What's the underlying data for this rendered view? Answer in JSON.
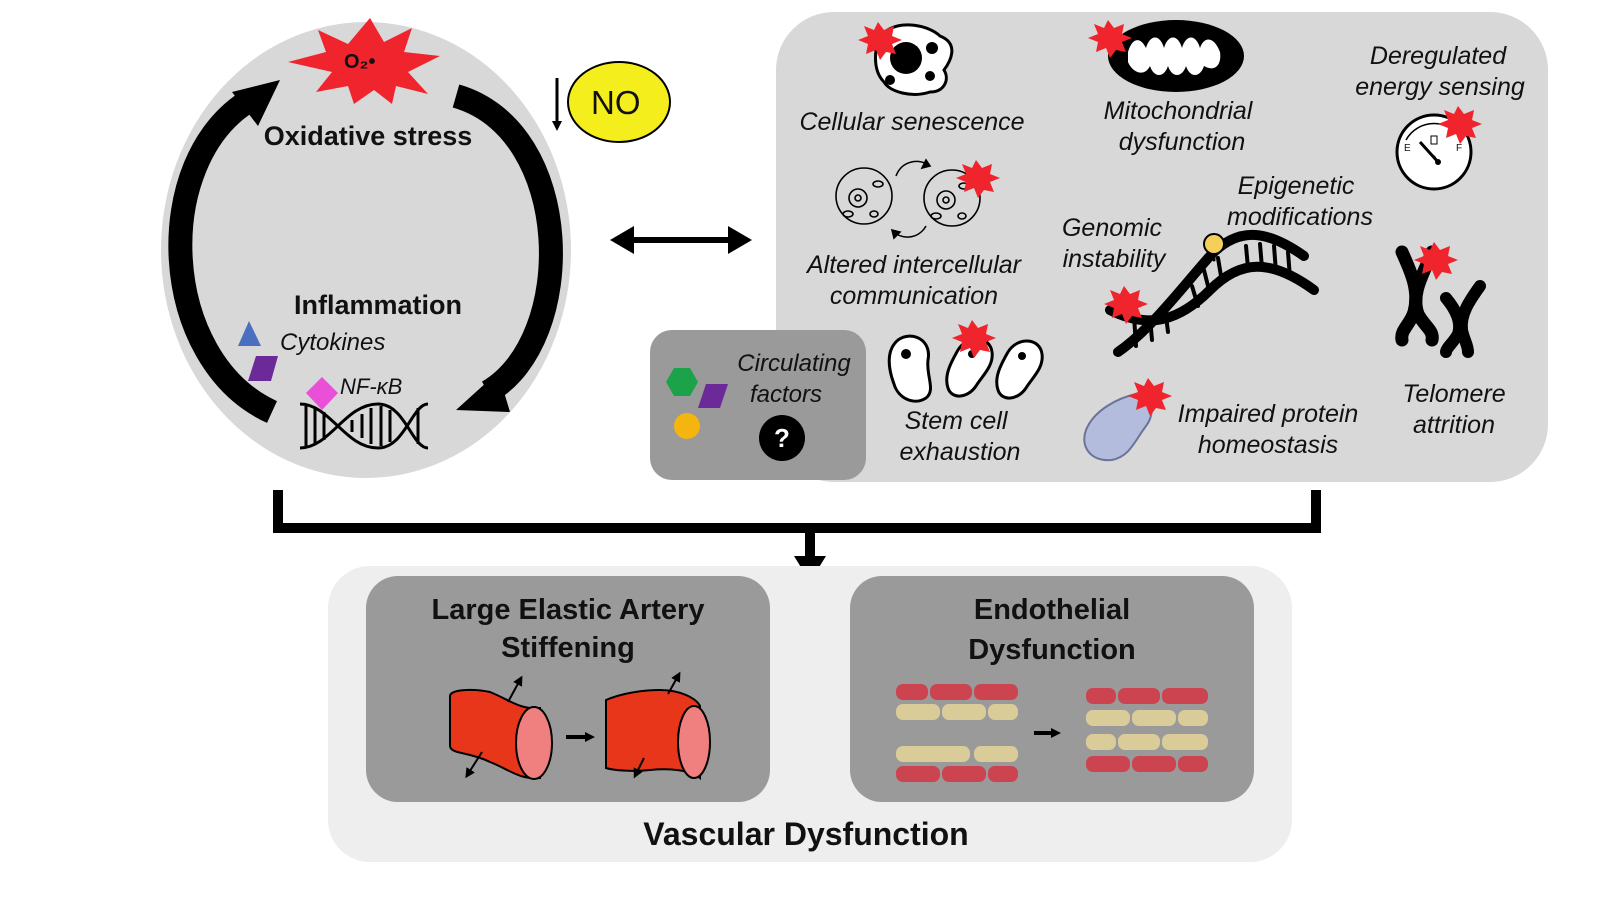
{
  "left_cycle": {
    "oxygen_radical": "O₂•",
    "nitric_oxide": "NO",
    "oxidative_stress": "Oxidative stress",
    "inflammation": "Inflammation",
    "cytokines": "Cytokines",
    "nfkb": "NF-κB"
  },
  "hallmarks": {
    "cellular_senescence": "Cellular senescence",
    "mitochondrial_dysfunction_1": "Mitochondrial",
    "mitochondrial_dysfunction_2": "dysfunction",
    "energy_sensing_1": "Deregulated",
    "energy_sensing_2": "energy sensing",
    "intercellular_1": "Altered intercellular",
    "intercellular_2": "communication",
    "genomic_1": "Genomic",
    "genomic_2": "instability",
    "epigenetic_1": "Epigenetic",
    "epigenetic_2": "modifications",
    "stem_cell_1": "Stem cell",
    "stem_cell_2": "exhaustion",
    "proteostasis_1": "Impaired protein",
    "proteostasis_2": "homeostasis",
    "telomere_1": "Telomere",
    "telomere_2": "attrition",
    "circulating_1": "Circulating",
    "circulating_2": "factors",
    "gauge_e": "E",
    "gauge_f": "F",
    "question_mark": "?"
  },
  "outcomes": {
    "artery_title_1": "Large Elastic Artery",
    "artery_title_2": "Stiffening",
    "endothelial_title_1": "Endothelial",
    "endothelial_title_2": "Dysfunction",
    "vascular_dysfunction": "Vascular Dysfunction"
  },
  "colors": {
    "panel_gray": "#d8d8d8",
    "dark_panel": "#9a9a9a",
    "light_panel": "#eeeeee",
    "burst_red": "#f0242d",
    "no_yellow": "#f5ee1d",
    "artery_red": "#e8361b",
    "artery_pink": "#f08080",
    "cell_red": "#cc4450",
    "cell_tan": "#d9cc98"
  }
}
